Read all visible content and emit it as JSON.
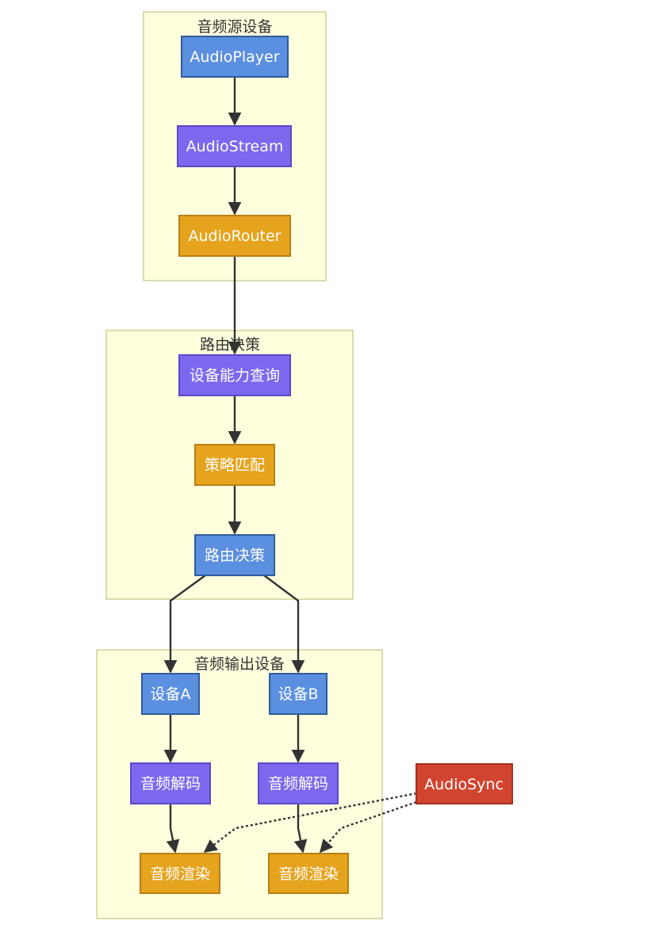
{
  "colors": {
    "blue": "#5b8fe0",
    "blue_border": "#2f5c9a",
    "purple": "#7b68ee",
    "purple_border": "#5b49c9",
    "orange": "#e6a31e",
    "orange_border": "#b87f12",
    "red": "#d14530",
    "red_border": "#a4301f",
    "cluster_fill": "#ffffde",
    "cluster_border": "#b8b96b"
  },
  "clusters": {
    "source": {
      "title": "音频源设备"
    },
    "routing": {
      "title": "路由决策"
    },
    "output": {
      "title": "音频输出设备"
    }
  },
  "nodes": {
    "audio_player": {
      "label": "AudioPlayer",
      "color": "blue"
    },
    "audio_stream": {
      "label": "AudioStream",
      "color": "purple"
    },
    "audio_router": {
      "label": "AudioRouter",
      "color": "orange"
    },
    "capability_query": {
      "label": "设备能力查询",
      "color": "purple"
    },
    "policy_match": {
      "label": "策略匹配",
      "color": "orange"
    },
    "route_decision": {
      "label": "路由决策",
      "color": "blue"
    },
    "device_a": {
      "label": "设备A",
      "color": "blue"
    },
    "device_b": {
      "label": "设备B",
      "color": "blue"
    },
    "decode_a": {
      "label": "音频解码",
      "color": "purple"
    },
    "decode_b": {
      "label": "音频解码",
      "color": "purple"
    },
    "render_a": {
      "label": "音频渲染",
      "color": "orange"
    },
    "render_b": {
      "label": "音频渲染",
      "color": "orange"
    },
    "audio_sync": {
      "label": "AudioSync",
      "color": "red"
    }
  },
  "edges": [
    {
      "from": "audio_player",
      "to": "audio_stream",
      "style": "solid"
    },
    {
      "from": "audio_stream",
      "to": "audio_router",
      "style": "solid"
    },
    {
      "from": "audio_router",
      "to": "capability_query",
      "style": "solid"
    },
    {
      "from": "capability_query",
      "to": "policy_match",
      "style": "solid"
    },
    {
      "from": "policy_match",
      "to": "route_decision",
      "style": "solid"
    },
    {
      "from": "route_decision",
      "to": "device_a",
      "style": "solid"
    },
    {
      "from": "route_decision",
      "to": "device_b",
      "style": "solid"
    },
    {
      "from": "device_a",
      "to": "decode_a",
      "style": "solid"
    },
    {
      "from": "device_b",
      "to": "decode_b",
      "style": "solid"
    },
    {
      "from": "decode_a",
      "to": "render_a",
      "style": "solid"
    },
    {
      "from": "decode_b",
      "to": "render_b",
      "style": "solid"
    },
    {
      "from": "audio_sync",
      "to": "render_a",
      "style": "dotted"
    },
    {
      "from": "audio_sync",
      "to": "render_b",
      "style": "dotted"
    }
  ]
}
